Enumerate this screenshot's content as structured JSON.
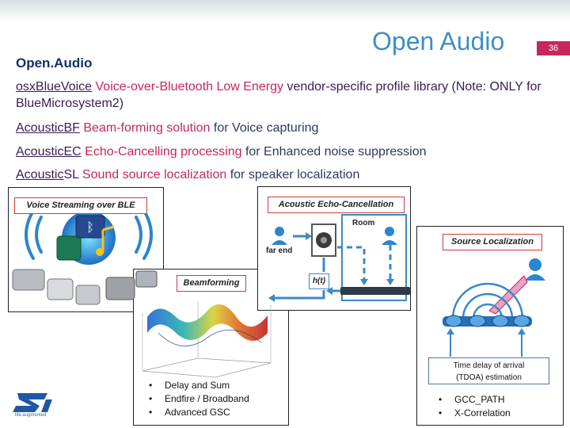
{
  "slide": {
    "title": "Open Audio",
    "page_number": "36"
  },
  "heading": "Open.Audio",
  "libraries": [
    {
      "name": "osxBlueVoice",
      "desc": "Voice-over-Bluetooth Low Energy",
      "rest": "vendor-specific profile library (Note: ONLY for BlueMicrosystem2)"
    },
    {
      "name": "AcousticBF",
      "desc": "Beam-forming solution",
      "rest": "for Voice capturing"
    },
    {
      "name": "AcousticEC",
      "desc": "Echo-Cancelling processing",
      "rest": "for Enhanced noise suppression"
    },
    {
      "name_underlined": "Acoustic",
      "name_tail": "SL",
      "desc": "Sound source localization",
      "rest": "for speaker localization"
    }
  ],
  "panels": {
    "streaming": {
      "title": "Voice Streaming over BLE"
    },
    "beamforming": {
      "title": "Beamforming",
      "bullets": [
        "Delay and Sum",
        "Endfire / Broadband",
        "Advanced GSC"
      ]
    },
    "echo": {
      "title": "Acoustic Echo-Cancellation",
      "far_end": "far end",
      "room": "Room",
      "filter": "h(t)"
    },
    "source": {
      "title": "Source Localization",
      "tdoa_line1": "Time delay of arrival",
      "tdoa_line2": "(TDOA) estimation",
      "bullets": [
        "GCC_PATH",
        "X-Correlation"
      ]
    }
  },
  "logo": {
    "brand": "ST",
    "tagline": "life.augmented"
  },
  "colors": {
    "title_blue": "#3d8fc6",
    "accent_pink": "#c6275d",
    "heading_navy": "#12306b",
    "frame_red": "#d23a3a"
  }
}
